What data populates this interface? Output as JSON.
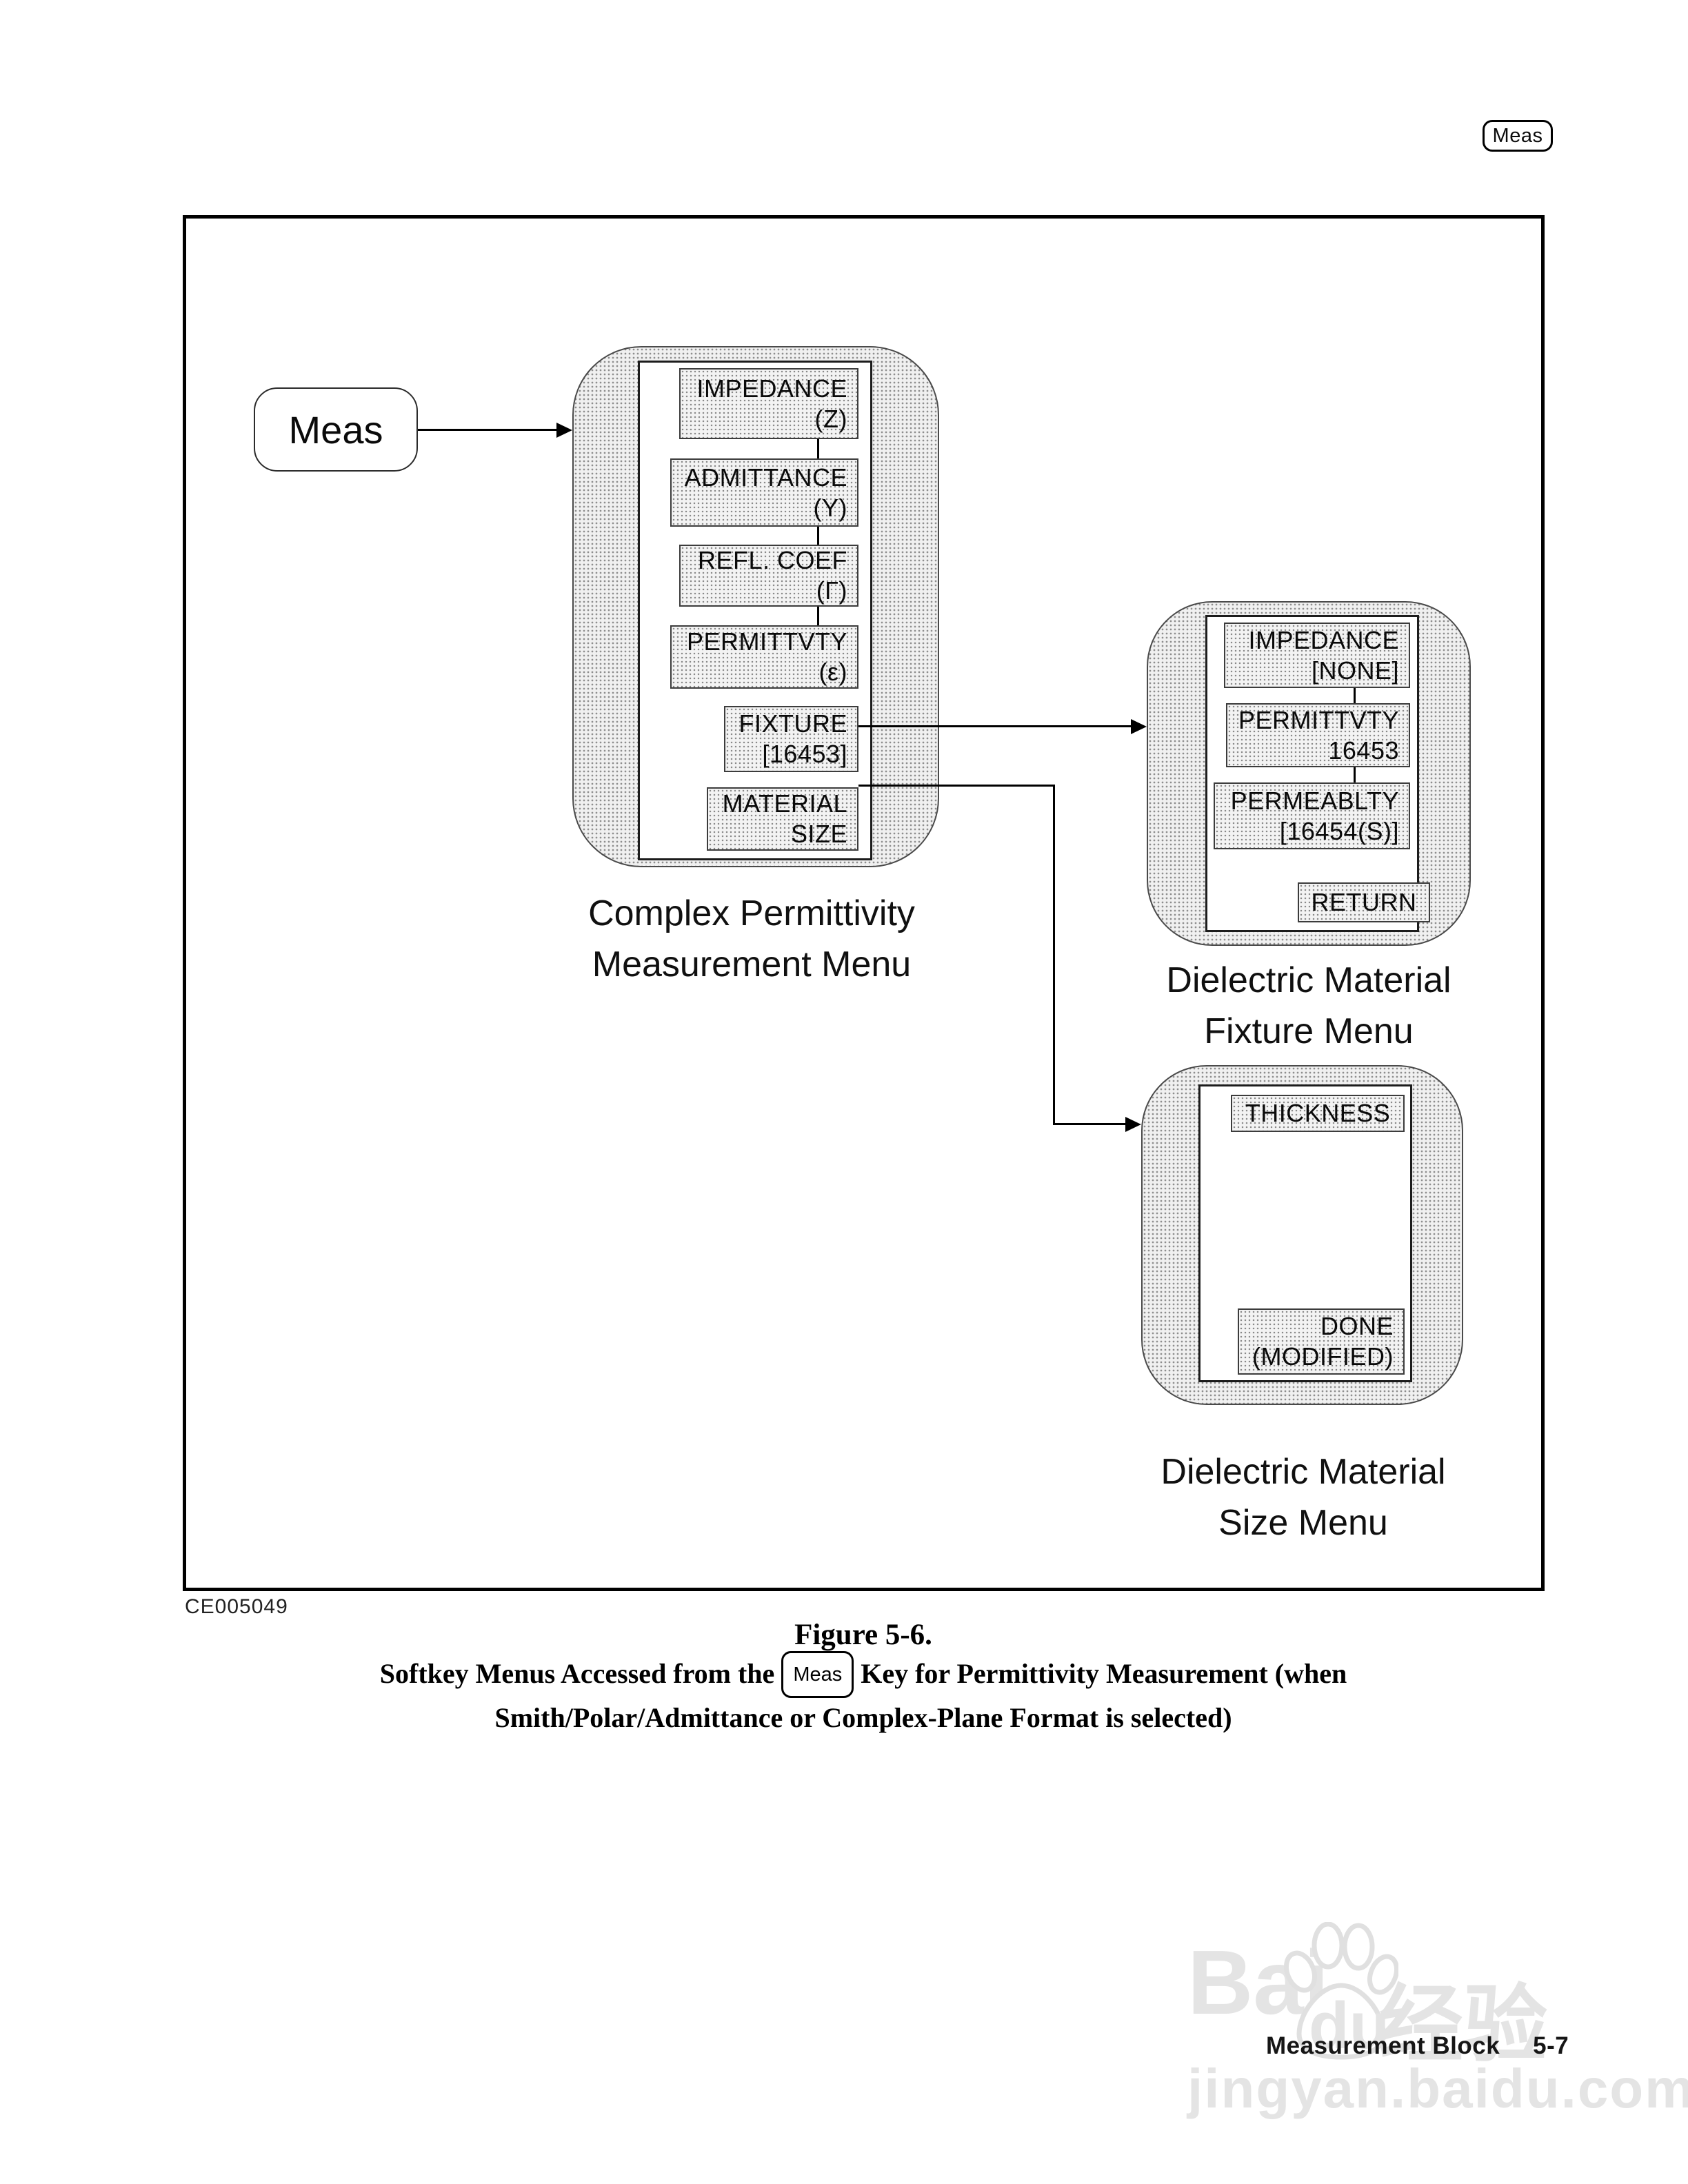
{
  "page": {
    "corner_key": "Meas",
    "figure_code": "CE005049",
    "caption": {
      "line1": "Figure 5-6.",
      "line2_before": "Softkey Menus Accessed from the",
      "line2_key": "Meas",
      "line2_after": "Key for Permittivity Measurement (when",
      "line3": "Smith/Polar/Admittance or Complex-Plane Format is selected)"
    },
    "footer": {
      "section": "Measurement Block",
      "page_number": "5-7"
    },
    "watermark": {
      "part1": "Bai",
      "part2": "du",
      "part3": "经验",
      "url": "jingyan.baidu.com"
    }
  },
  "diagram": {
    "source_key": "Meas",
    "menus": [
      {
        "name": "complex-permittivity-measurement-menu",
        "label_lines": [
          "Complex Permittivity",
          "Measurement Menu"
        ],
        "buttons": [
          {
            "lines": [
              "IMPEDANCE",
              "(Z)"
            ]
          },
          {
            "lines": [
              "ADMITTANCE",
              "(Y)"
            ]
          },
          {
            "lines": [
              "REFL. COEF",
              "(Γ)"
            ]
          },
          {
            "lines": [
              "PERMITTVTY",
              "(ε)"
            ]
          },
          {
            "lines": [
              "FIXTURE",
              "[16453]"
            ]
          },
          {
            "lines": [
              "MATERIAL",
              "SIZE"
            ]
          }
        ]
      },
      {
        "name": "dielectric-material-fixture-menu",
        "label_lines": [
          "Dielectric Material",
          "Fixture Menu"
        ],
        "buttons": [
          {
            "lines": [
              "IMPEDANCE",
              "[NONE]"
            ]
          },
          {
            "lines": [
              "PERMITTVTY",
              "16453"
            ]
          },
          {
            "lines": [
              "PERMEABLTY",
              "[16454(S)]"
            ]
          },
          {
            "lines": [
              "RETURN"
            ]
          }
        ]
      },
      {
        "name": "dielectric-material-size-menu",
        "label_lines": [
          "Dielectric Material",
          "Size Menu"
        ],
        "buttons": [
          {
            "lines": [
              "THICKNESS"
            ]
          },
          {
            "lines": [
              "DONE",
              "(MODIFIED)"
            ]
          }
        ]
      }
    ]
  }
}
